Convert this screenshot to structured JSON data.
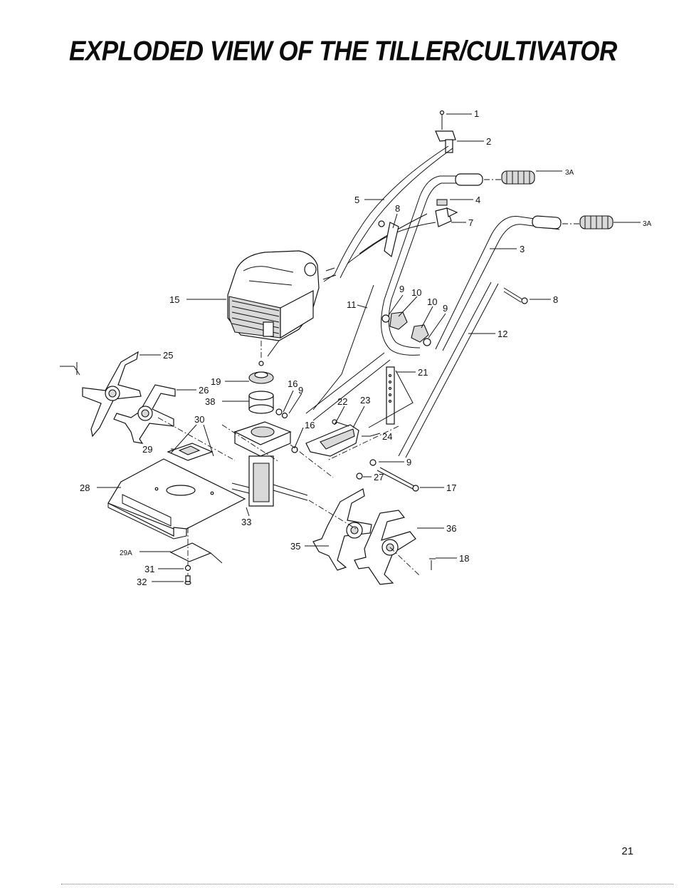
{
  "title": "EXPLODED VIEW OF THE TILLER/CULTIVATOR",
  "page_number": "21",
  "callouts": [
    {
      "id": "c1",
      "text": "1"
    },
    {
      "id": "c2",
      "text": "2"
    },
    {
      "id": "c3a_top",
      "text": "3A"
    },
    {
      "id": "c4",
      "text": "4"
    },
    {
      "id": "c5",
      "text": "5"
    },
    {
      "id": "c8_top",
      "text": "8"
    },
    {
      "id": "c7",
      "text": "7"
    },
    {
      "id": "c3a_right",
      "text": "3A"
    },
    {
      "id": "c3",
      "text": "3"
    },
    {
      "id": "c15",
      "text": "15"
    },
    {
      "id": "c9_a",
      "text": "9"
    },
    {
      "id": "c10_a",
      "text": "10"
    },
    {
      "id": "c11",
      "text": "11"
    },
    {
      "id": "c10_b",
      "text": "10"
    },
    {
      "id": "c9_b",
      "text": "9"
    },
    {
      "id": "c8_right",
      "text": "8"
    },
    {
      "id": "c12",
      "text": "12"
    },
    {
      "id": "c25",
      "text": "25"
    },
    {
      "id": "c26",
      "text": "26"
    },
    {
      "id": "c21",
      "text": "21"
    },
    {
      "id": "c19",
      "text": "19"
    },
    {
      "id": "c16_a",
      "text": "16"
    },
    {
      "id": "c9_c",
      "text": "9"
    },
    {
      "id": "c38",
      "text": "38"
    },
    {
      "id": "c22",
      "text": "22"
    },
    {
      "id": "c23",
      "text": "23"
    },
    {
      "id": "c30",
      "text": "30"
    },
    {
      "id": "c16_b",
      "text": "16"
    },
    {
      "id": "c24",
      "text": "24"
    },
    {
      "id": "c29",
      "text": "29"
    },
    {
      "id": "c9_d",
      "text": "9"
    },
    {
      "id": "c27",
      "text": "27"
    },
    {
      "id": "c28",
      "text": "28"
    },
    {
      "id": "c17",
      "text": "17"
    },
    {
      "id": "c33",
      "text": "33"
    },
    {
      "id": "c36",
      "text": "36"
    },
    {
      "id": "c35",
      "text": "35"
    },
    {
      "id": "c18",
      "text": "18"
    },
    {
      "id": "c29a",
      "text": "29A"
    },
    {
      "id": "c31",
      "text": "31"
    },
    {
      "id": "c32",
      "text": "32"
    }
  ]
}
